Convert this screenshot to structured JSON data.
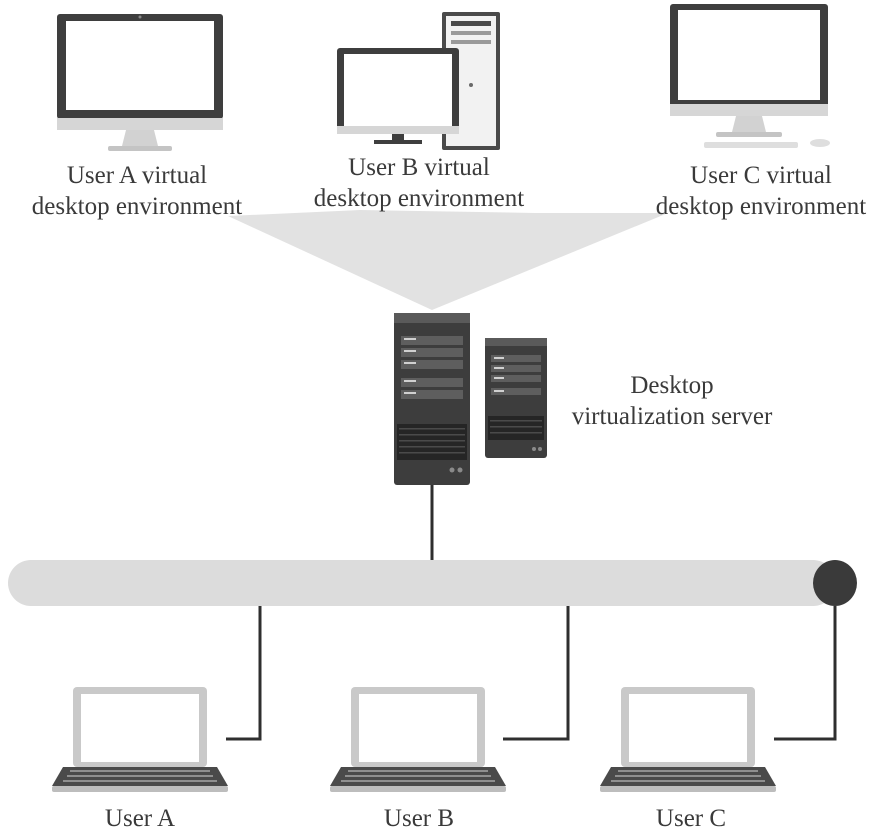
{
  "virtual_desktops": [
    {
      "id": "a",
      "line1": "User A virtual",
      "line2": "desktop environment",
      "icon": "monitor-icon"
    },
    {
      "id": "b",
      "line1": "User B virtual",
      "line2": "desktop environment",
      "icon": "desktop-tower-icon"
    },
    {
      "id": "c",
      "line1": "User C virtual",
      "line2": "desktop environment",
      "icon": "monitor-icon"
    }
  ],
  "server": {
    "line1": "Desktop",
    "line2": "virtualization server",
    "icon": "server-icon"
  },
  "network": {
    "name": "network-bus"
  },
  "clients": [
    {
      "id": "a",
      "label": "User A",
      "icon": "laptop-icon"
    },
    {
      "id": "b",
      "label": "User B",
      "icon": "laptop-icon"
    },
    {
      "id": "c",
      "label": "User C",
      "icon": "laptop-icon"
    }
  ],
  "colors": {
    "funnel": "#e2e2e2",
    "bus": "#dcdcdc",
    "bus_end": "#3a3a3a",
    "connector": "#2f2f2f",
    "device_dark": "#3d3d3d",
    "device_frame": "#c9c9c9",
    "text": "#3a3a3a"
  }
}
